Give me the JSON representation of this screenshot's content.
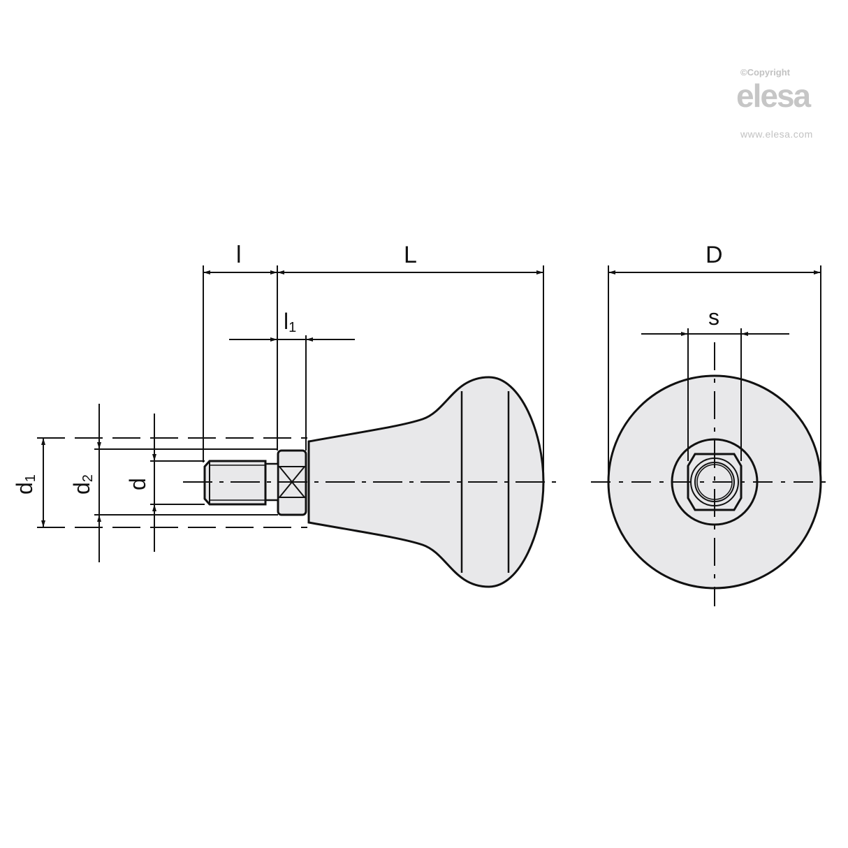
{
  "watermark": {
    "copyright": "©Copyright",
    "brand": "elesa",
    "url": "www.elesa.com"
  },
  "colors": {
    "line": "#111111",
    "fill": "#e8e8ea",
    "watermark": "#c4c4c4",
    "background": "#ffffff"
  },
  "side_view": {
    "dimensions": {
      "l": "l",
      "L": "L",
      "l1": "l",
      "l1_sub": "1",
      "d1": "d",
      "d1_sub": "1",
      "d2": "d",
      "d2_sub": "2",
      "d": "d"
    }
  },
  "front_view": {
    "dimensions": {
      "D": "D",
      "s": "s"
    }
  }
}
